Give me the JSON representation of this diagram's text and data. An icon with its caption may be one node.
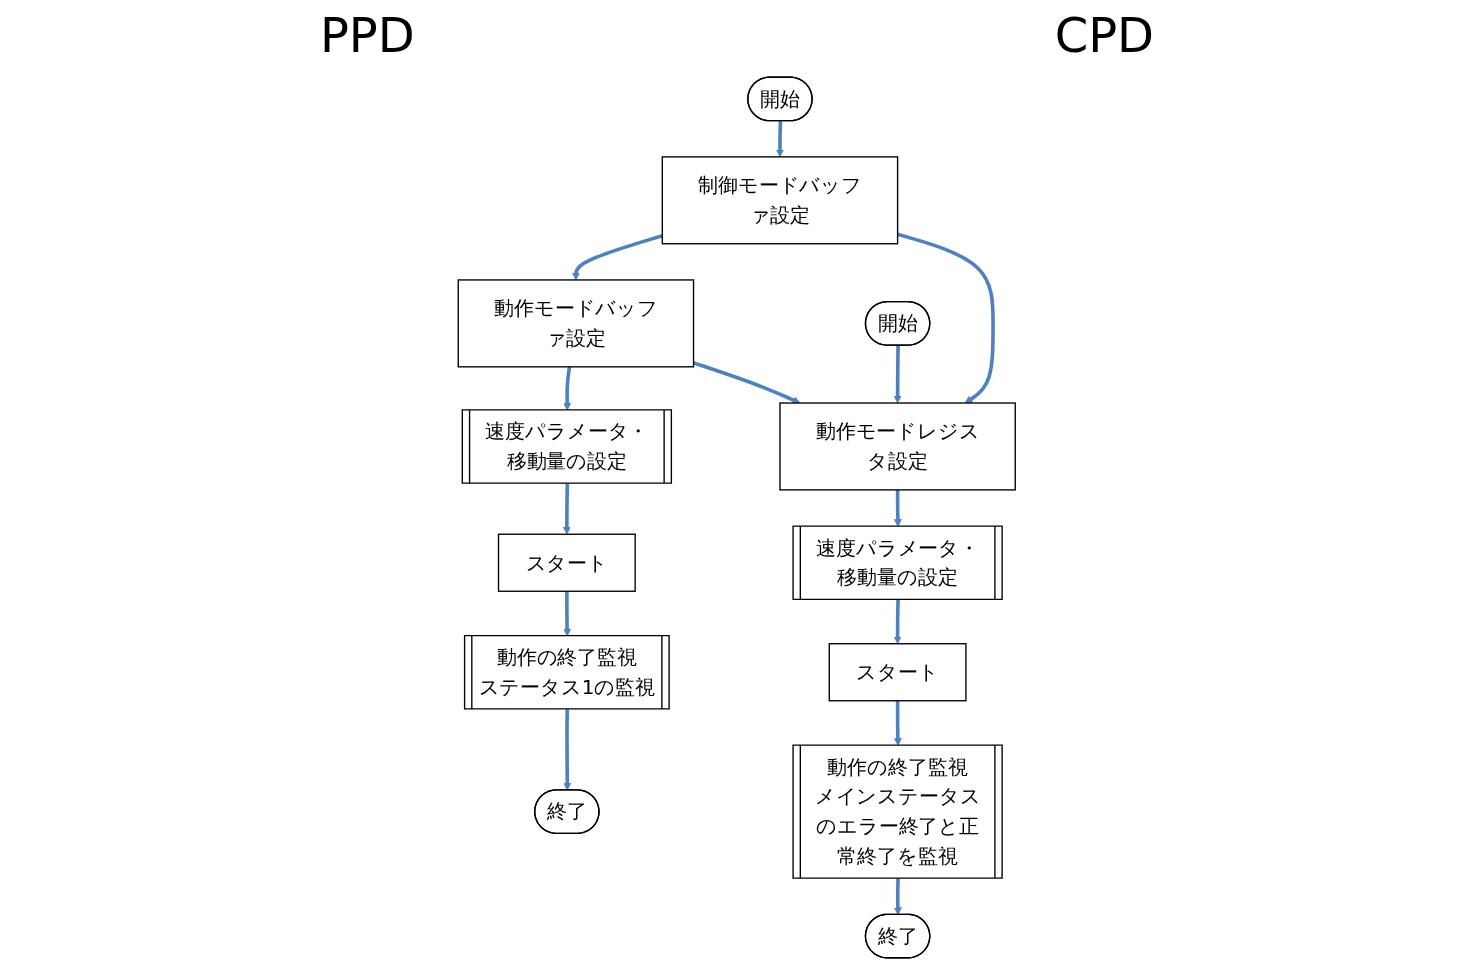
{
  "diagram": {
    "nodes": [
      {
        "text": [
          "開始"
        ]
      },
      {
        "text": [
          "制御モードバッファ設定"
        ]
      },
      {
        "text": [
          "動作モードバッファ設定"
        ]
      },
      {
        "text": [
          "速度パラメータ・移動量の設定"
        ]
      },
      {
        "text": [
          "スタート"
        ]
      },
      {
        "text": [
          "動作の終了監視",
          "ステータス1の監視"
        ]
      },
      {
        "text": [
          "終了"
        ]
      },
      {
        "text": [
          "開始"
        ]
      },
      {
        "text": [
          "動作モードレジスタ設定"
        ]
      },
      {
        "text": [
          "速度パラメータ・移動量の設定"
        ]
      },
      {
        "text": [
          "スタート"
        ]
      },
      {
        "text": [
          "動作の終了監視",
          "メインステータスのエラー終了と正常終了を監視"
        ]
      },
      {
        "text": [
          "終了"
        ]
      }
    ],
    "edges": [
      {
        "from": 0,
        "to": 1,
        "arrow": "to"
      },
      {
        "from": 1,
        "to": 2,
        "arrow": "to"
      },
      {
        "from": 2,
        "to": 3,
        "arrow": "to"
      },
      {
        "from": 3,
        "to": 4,
        "arrow": "to"
      },
      {
        "from": 4,
        "to": 5,
        "arrow": "to"
      },
      {
        "from": 5,
        "to": 6,
        "arrow": "to"
      },
      {
        "from": 7,
        "to": 8,
        "arrow": "to"
      },
      {
        "from": 8,
        "to": 9,
        "arrow": "to"
      },
      {
        "from": 9,
        "to": 10,
        "arrow": "to"
      },
      {
        "from": 10,
        "to": 11,
        "arrow": "to"
      },
      {
        "from": 11,
        "to": 12,
        "arrow": "to"
      },
      {
        "from": 1,
        "to": 8,
        "arrow": "to"
      },
      {
        "from": 2,
        "to": 8,
        "arrow": "to"
      }
    ],
    "labels": [
      "PPD",
      "CPD"
    ]
  }
}
